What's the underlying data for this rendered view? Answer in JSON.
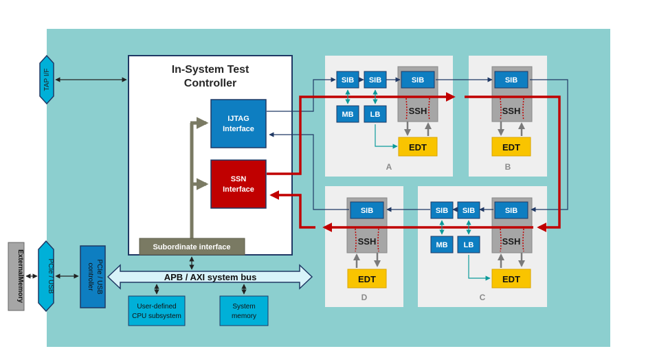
{
  "colors": {
    "panel": "#8ccfcf",
    "white": "#ffffff",
    "core_bg": "#efefef",
    "blue_block": "#0e7ec1",
    "red_block": "#c00000",
    "yellow_block": "#f9c400",
    "gray_block": "#a6a6a6",
    "olive": "#7a7a63",
    "cyan_block": "#00b0d8",
    "light_cyan": "#d8f3f9",
    "navy_line": "#1f3864",
    "red_line": "#c00000",
    "teal_line": "#0b9a9a",
    "gray_line": "#6e6e6e"
  },
  "controller": {
    "title_line1": "In-System Test",
    "title_line2": "Controller",
    "ijtag_line1": "IJTAG",
    "ijtag_line2": "Interface",
    "ssn_line1": "SSN",
    "ssn_line2": "Interface",
    "subordinate": "Subordinate interface"
  },
  "interfaces": {
    "tap": "TAP I/F",
    "pcie": "PCIe / USB",
    "external_memory": "ExternalMemory",
    "pcie_controller_line1": "PCIe / USB",
    "pcie_controller_line2": "controller"
  },
  "bus": {
    "label": "APB / AXI system bus"
  },
  "subsystems": {
    "cpu_line1": "User-defined",
    "cpu_line2": "CPU subsystem",
    "mem_line1": "System",
    "mem_line2": "memory"
  },
  "blocks": {
    "sib": "SIB",
    "mb": "MB",
    "lb": "LB",
    "ssh": "SSH",
    "edt": "EDT"
  },
  "cores": {
    "a": "A",
    "b": "B",
    "c": "C",
    "d": "D"
  }
}
